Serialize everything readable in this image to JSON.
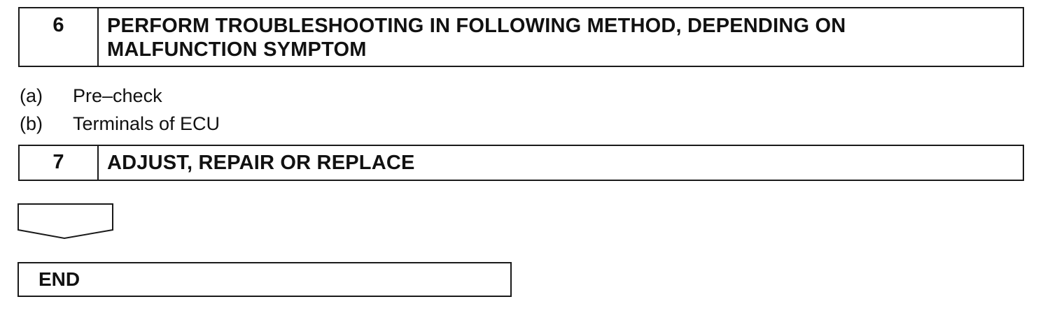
{
  "steps": [
    {
      "number": "6",
      "title_line1": "PERFORM TROUBLESHOOTING IN FOLLOWING METHOD, DEPENDING ON",
      "title_line2": "MALFUNCTION SYMPTOM"
    },
    {
      "number": "7",
      "title": "ADJUST, REPAIR OR REPLACE"
    }
  ],
  "substeps": [
    {
      "letter": "(a)",
      "text": "Pre–check"
    },
    {
      "letter": "(b)",
      "text": "Terminals of ECU"
    }
  ],
  "end_label": "END",
  "icons": {
    "arrow": "next-step-arrow-icon"
  }
}
